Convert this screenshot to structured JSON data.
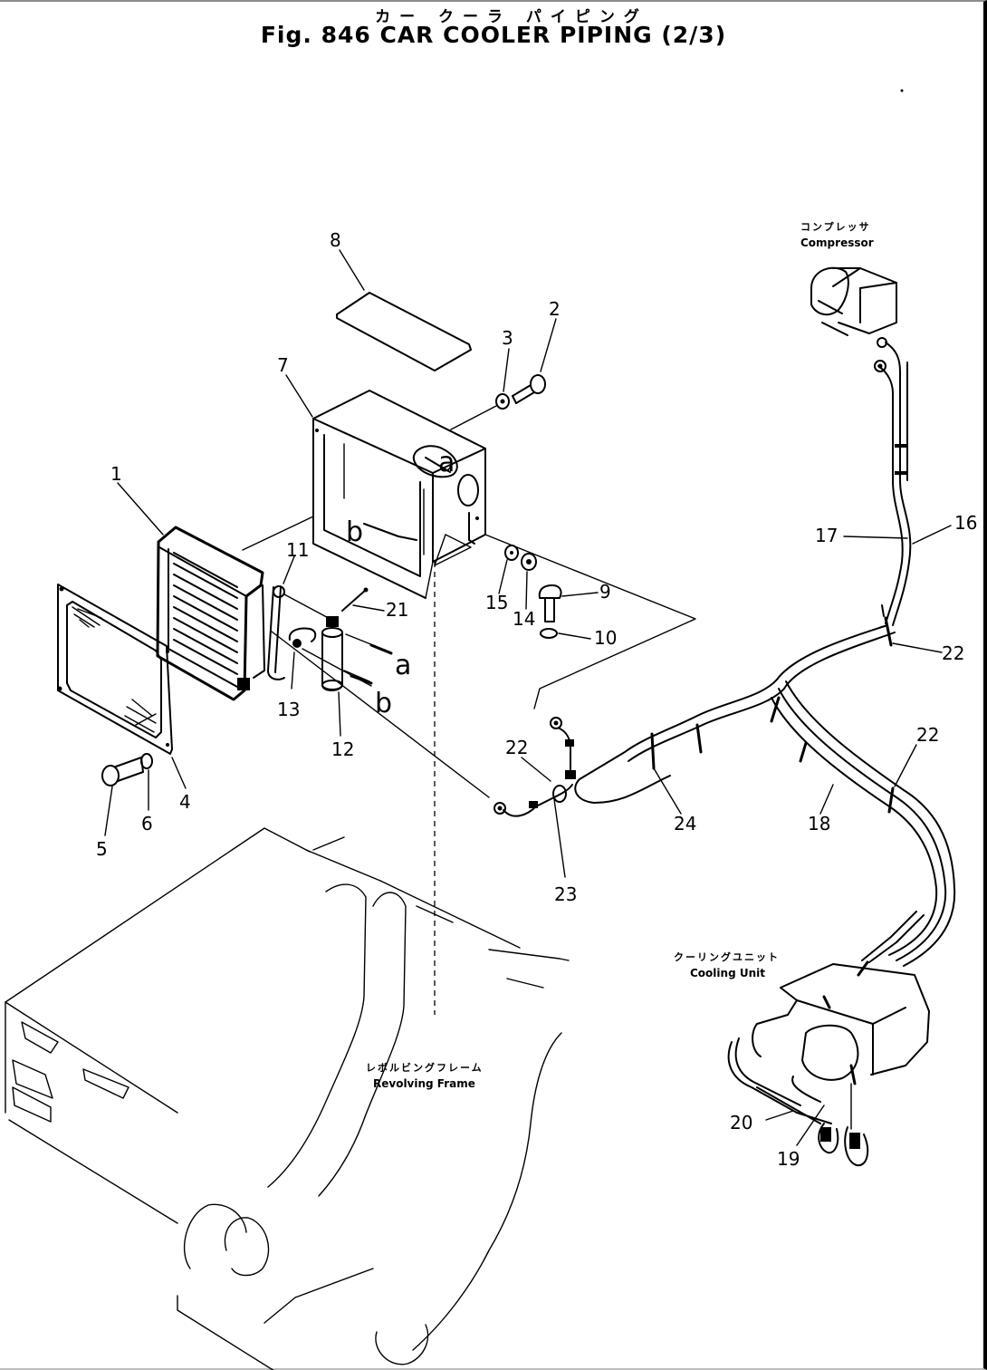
{
  "figure": {
    "title_jp": "カー クーラ パイピング",
    "title": "Fig. 846 CAR COOLER PIPING (2/3)"
  },
  "captions": {
    "compressor": {
      "jp": "コンプレッサ",
      "en": "Compressor"
    },
    "cooling_unit": {
      "jp": "クーリングユニット",
      "en": "Cooling Unit"
    },
    "revolving_frame": {
      "jp": "レボルビングフレーム",
      "en": "Revolving Frame"
    }
  },
  "callouts": {
    "c1": "1",
    "c2": "2",
    "c3": "3",
    "c4": "4",
    "c5": "5",
    "c6": "6",
    "c7": "7",
    "c8": "8",
    "c9": "9",
    "c10": "10",
    "c11": "11",
    "c12": "12",
    "c13": "13",
    "c14": "14",
    "c15": "15",
    "c16": "16",
    "c17": "17",
    "c18": "18",
    "c19": "19",
    "c20": "20",
    "c21": "21",
    "c22a": "22",
    "c22b": "22",
    "c22c": "22",
    "c23": "23",
    "c24": "24"
  },
  "connection_letters": {
    "a_box": "a",
    "b_box": "b",
    "a_dryer": "a",
    "b_dryer": "b"
  },
  "colors": {
    "line": "#000000",
    "background": "#ffffff",
    "border_top": "#8c8c8c"
  }
}
